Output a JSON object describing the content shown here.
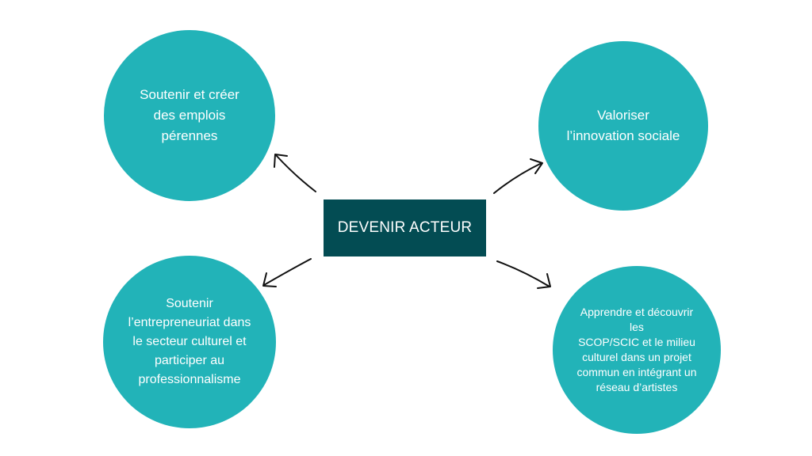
{
  "center": {
    "label": "DEVENIR ACTEUR"
  },
  "nodes": {
    "top_left": [
      "Soutenir et créer",
      "des emplois",
      "pérennes"
    ],
    "top_right": [
      "Valoriser",
      "l’innovation sociale"
    ],
    "bottom_left": [
      "Soutenir",
      "l’entrepreneuriat dans",
      "le secteur culturel et",
      "participer au",
      "professionnalisme"
    ],
    "bottom_right": [
      "Apprendre et découvrir",
      "les",
      "SCOP/SCIC et le milieu",
      "culturel dans un projet",
      "commun en intégrant un",
      "réseau d’artistes"
    ]
  },
  "colors": {
    "circle": "#22b3b8",
    "center_box": "#034c53",
    "arrow": "#111111",
    "text": "#ffffff"
  }
}
